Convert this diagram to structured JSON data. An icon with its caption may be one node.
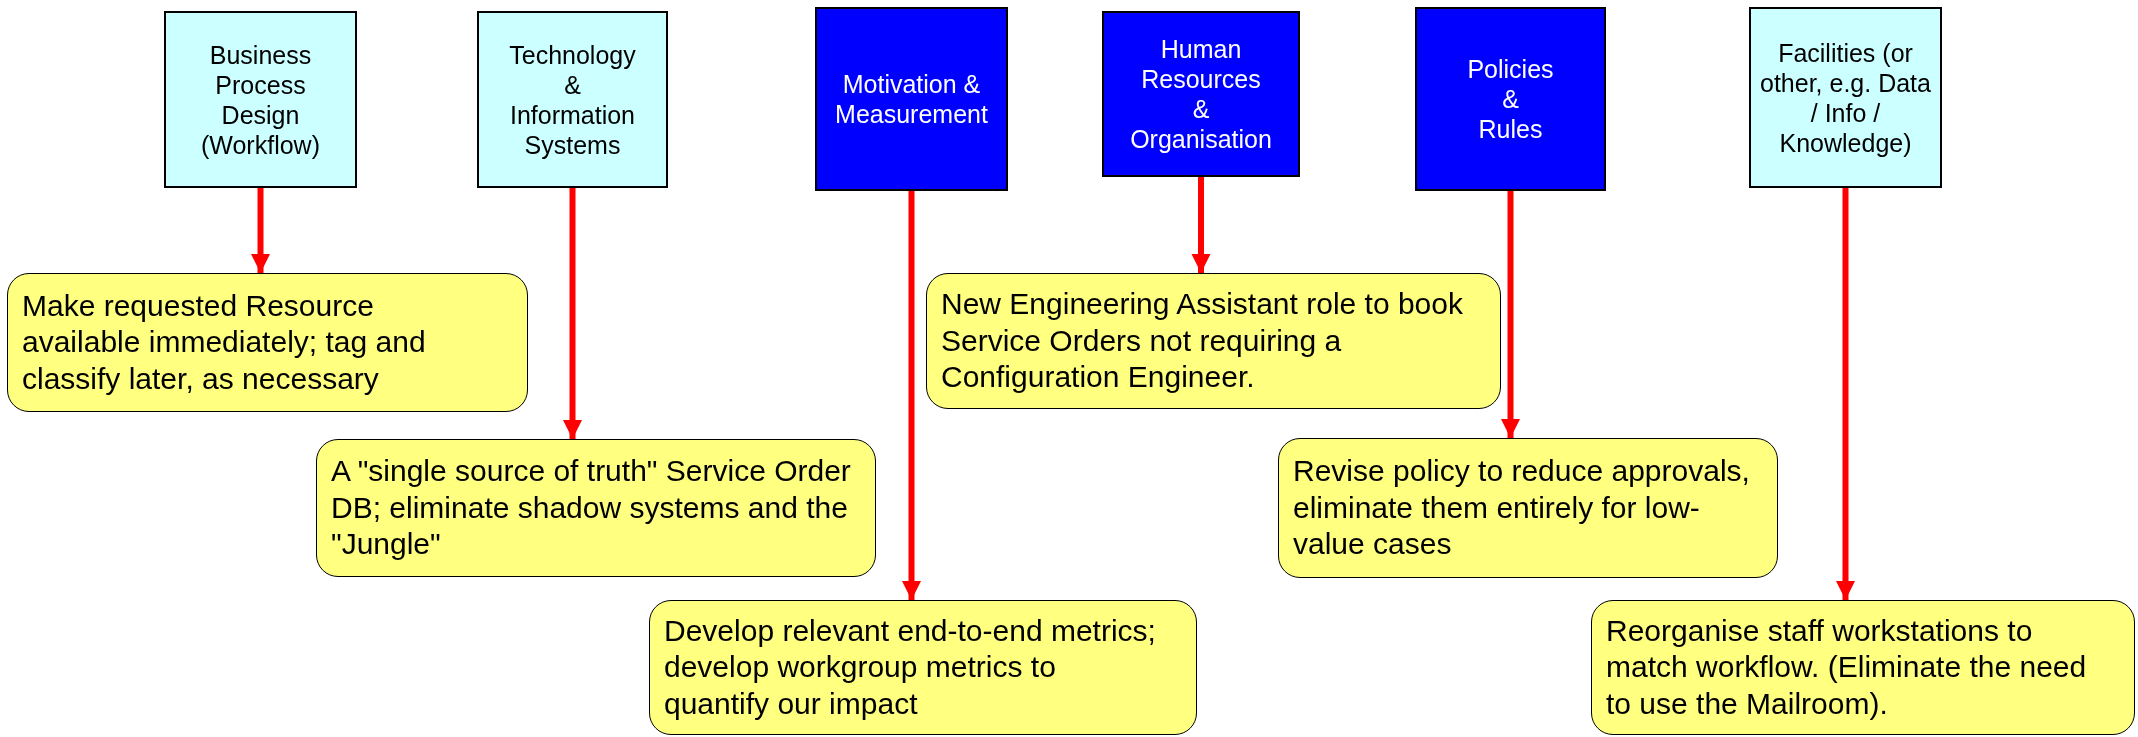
{
  "diagram": {
    "nodes": [
      {
        "text": [
          "Business Process Design (Workflow)"
        ]
      },
      {
        "text": [
          "Technology & Information Systems"
        ]
      },
      {
        "text": [
          "Motivation & Measurement"
        ]
      },
      {
        "text": [
          "Human Resources & Organisation"
        ]
      },
      {
        "text": [
          "Policies & Rules"
        ]
      },
      {
        "text": [
          "Facilities (or other, e.g. Data / Info / Knowledge)"
        ]
      },
      {
        "text": [
          "Make requested Resource available immediately; tag and classify later, as necessary"
        ]
      },
      {
        "text": [
          "A \"single source of truth\" Service Order DB; eliminate shadow systems and the \"Jungle\""
        ]
      },
      {
        "text": [
          "Develop relevant end-to-end metrics; develop workgroup metrics to quantify our impact"
        ]
      },
      {
        "text": [
          "New Engineering Assistant role to book Service Orders not requiring a Configuration Engineer."
        ]
      },
      {
        "text": [
          "Revise policy to reduce approvals, eliminate them entirely for low-value cases"
        ]
      },
      {
        "text": [
          "Reorganise staff workstations to match workflow. (Eliminate the need to use the Mailroom)."
        ]
      }
    ],
    "edges": [
      {
        "from": 0,
        "to": 6,
        "arrow": "to",
        "color": "#ff0000"
      },
      {
        "from": 1,
        "to": 7,
        "arrow": "to",
        "color": "#ff0000"
      },
      {
        "from": 2,
        "to": 8,
        "arrow": "to",
        "color": "#ff0000"
      },
      {
        "from": 3,
        "to": 9,
        "arrow": "to",
        "color": "#ff0000"
      },
      {
        "from": 4,
        "to": 10,
        "arrow": "to",
        "color": "#ff0000"
      },
      {
        "from": 5,
        "to": 11,
        "arrow": "to",
        "color": "#ff0000"
      }
    ]
  }
}
